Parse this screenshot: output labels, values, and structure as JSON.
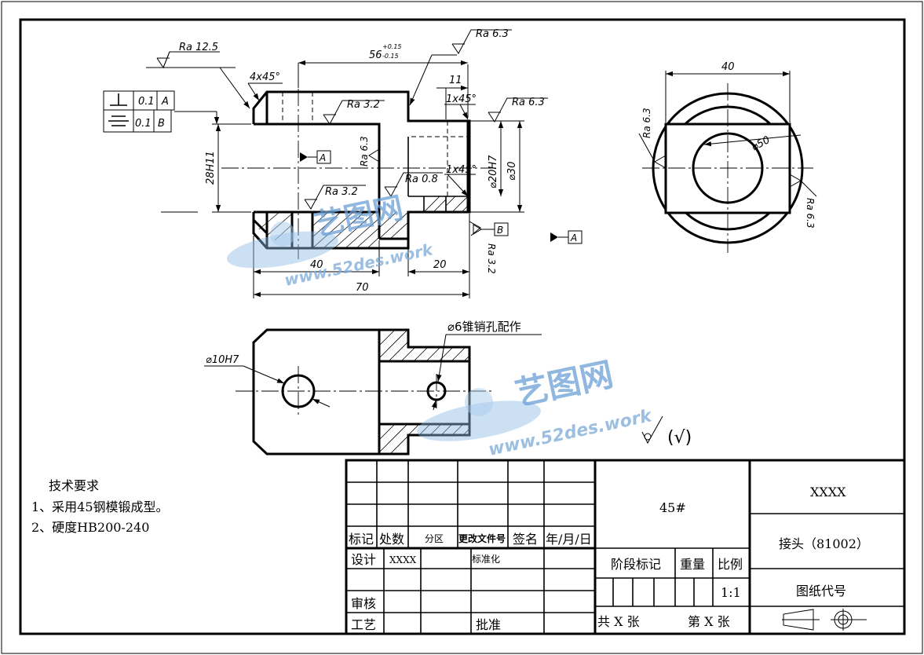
{
  "dimensions": {
    "d56": "56",
    "d56_tol_upper": "+0.15",
    "d56_tol_lower": "-0.15",
    "d11": "11",
    "d40_top": "40",
    "d20": "20",
    "d70": "70",
    "d28": "28H11",
    "d20h7": "⌀20H7",
    "d30": "⌀30",
    "d40_side": "40",
    "d50": "⌀50",
    "d10h7": "⌀10H7",
    "chamfer_4x45": "4x45°",
    "chamfer_1x45_a": "1x45°",
    "chamfer_1x45_b": "1x45°",
    "pin_note": "⌀6锥销孔配作"
  },
  "roughness": {
    "ra125": "Ra 12.5",
    "ra63_top": "Ra 6.3",
    "ra32_a": "Ra 3.2",
    "ra63_right": "Ra 6.3",
    "ra63_vert": "Ra 6.3",
    "ra32_b": "Ra 3.2",
    "ra08": "Ra 0.8",
    "ra32_c": "Ra 3.2",
    "ra63_side_left": "Ra 6.3",
    "ra63_side_right": "Ra 6.3",
    "general": "(√)"
  },
  "tolerances": {
    "perp_value": "0.1",
    "perp_datum": "A",
    "sym_value": "0.1",
    "sym_datum": "B"
  },
  "datums": {
    "a1": "A",
    "b1": "B",
    "a2": "A"
  },
  "watermark": {
    "logo": "艺图网",
    "url": "www.52des.work"
  },
  "tech_req": {
    "title": "技术要求",
    "line1": "1、采用45钢模锻成型。",
    "line2": "2、硬度HB200-240"
  },
  "title_block": {
    "material": "45#",
    "company": "XXXX",
    "part_name": "接头（81002）",
    "drawing_no_label": "图纸代号",
    "stage_label": "阶段标记",
    "weight_label": "重量",
    "scale_label": "比例",
    "scale_value": "1:1",
    "sheets_total": "共  X  张",
    "sheet_no": "第  X  张",
    "h_mark": "标记",
    "h_count": "处数",
    "h_zone": "分区",
    "h_doc": "更改文件号",
    "h_sign": "签名",
    "h_date": "年/月/日",
    "design": "设计",
    "designer": "XXXX",
    "standardize": "标准化",
    "review": "审核",
    "process": "工艺",
    "approve": "批准"
  }
}
